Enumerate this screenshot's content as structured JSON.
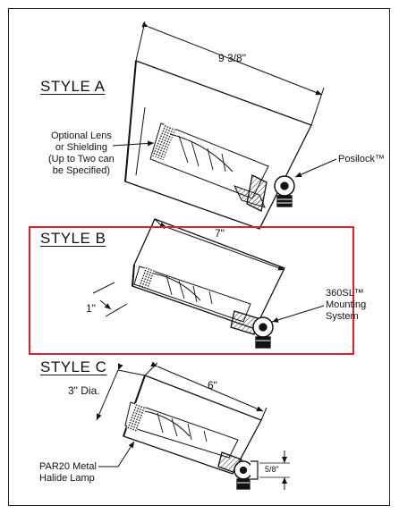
{
  "styles": [
    {
      "title": "STYLE A",
      "dimension": "9 3/8\""
    },
    {
      "title": "STYLE B",
      "dimension": "7\"",
      "offset": "1\""
    },
    {
      "title": "STYLE C",
      "dimension": "6\"",
      "diameter": "3\" Dia.",
      "small_dim": "5/8\""
    }
  ],
  "callouts": {
    "lens": [
      "Optional Lens",
      "or Shielding",
      "(Up to Two can",
      "be Specified)"
    ],
    "posilock": "Posilock™",
    "mounting": [
      "360SL™",
      "Mounting",
      "System"
    ],
    "lamp": [
      "PAR20 Metal",
      "Halide Lamp"
    ]
  },
  "highlight": {
    "color": "#e0202a",
    "target": "STYLE B"
  }
}
